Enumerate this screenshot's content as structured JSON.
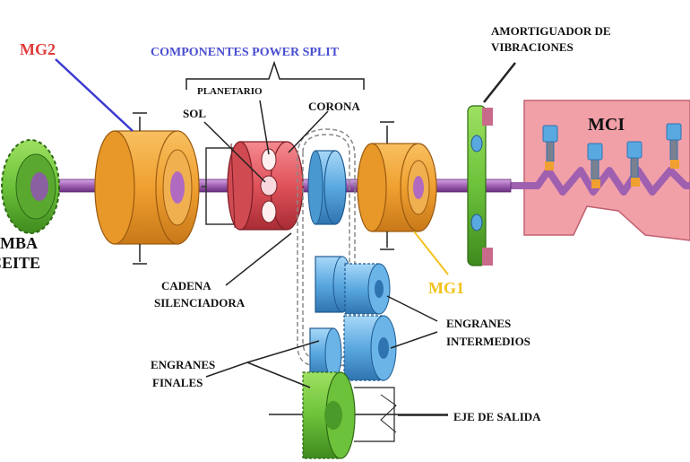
{
  "labels": {
    "mg2": "MG2",
    "power_split": "COMPONENTES POWER SPLIT",
    "planetario": "PLANETARIO",
    "sol": "SOL",
    "corona": "CORONA",
    "amortiguador_1": "AMORTIGUADOR DE",
    "amortiguador_2": "VIBRACIONES",
    "mci": "MCI",
    "bomba_1": "BOMBA",
    "bomba_2": "ACEITE",
    "cadena_1": "CADENA",
    "cadena_2": "SILENCIADORA",
    "mg1": "MG1",
    "engranes_int_1": "ENGRANES",
    "engranes_int_2": "INTERMEDIOS",
    "engranes_fin_1": "ENGRANES",
    "engranes_fin_2": "FINALES",
    "eje": "EJE DE SALIDA"
  },
  "colors": {
    "mg2": "#e23b3b",
    "power_split": "#4a4fd0",
    "mg1": "#f2c21b",
    "motor": "#f0a030",
    "planetary": "#e0525a",
    "pump": "#6cc23a",
    "gear_blue": "#5aa8e0",
    "shaft": "#a060b0",
    "engine": "#f2a0a8"
  },
  "icons": [
    "oil-pump-gear",
    "mg2-motor",
    "planetary-gear",
    "chain-sprocket",
    "mg1-motor",
    "vibration-damper",
    "engine-block",
    "counter-gears",
    "final-gear"
  ]
}
